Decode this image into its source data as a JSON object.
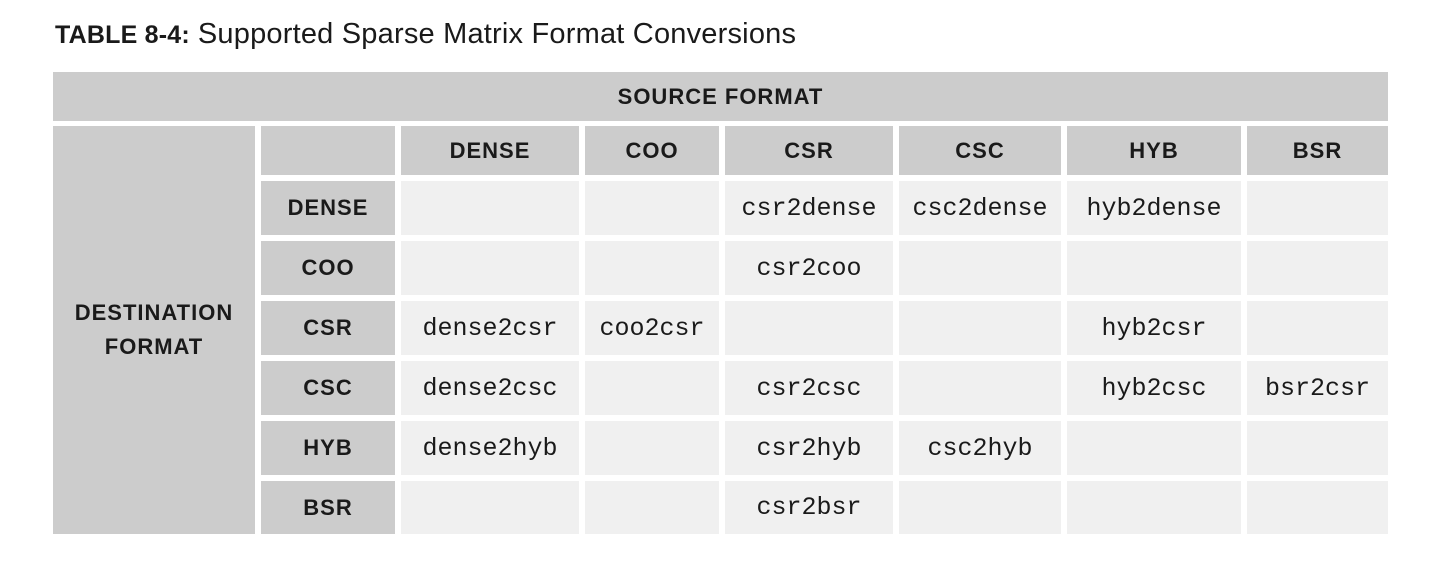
{
  "caption": {
    "label": "TABLE 8-4:",
    "title": "Supported Sparse Matrix Format Conversions"
  },
  "table": {
    "source_header": "SOURCE FORMAT",
    "destination_header": [
      "DESTINATION",
      "FORMAT"
    ],
    "columns": [
      "DENSE",
      "COO",
      "CSR",
      "CSC",
      "HYB",
      "BSR"
    ],
    "rows": [
      {
        "label": "DENSE",
        "cells": [
          "",
          "",
          "csr2dense",
          "csc2dense",
          "hyb2dense",
          ""
        ]
      },
      {
        "label": "COO",
        "cells": [
          "",
          "",
          "csr2coo",
          "",
          "",
          ""
        ]
      },
      {
        "label": "CSR",
        "cells": [
          "dense2csr",
          "coo2csr",
          "",
          "",
          "hyb2csr",
          ""
        ]
      },
      {
        "label": "CSC",
        "cells": [
          "dense2csc",
          "",
          "csr2csc",
          "",
          "hyb2csc",
          "bsr2csr"
        ]
      },
      {
        "label": "HYB",
        "cells": [
          "dense2hyb",
          "",
          "csr2hyb",
          "csc2hyb",
          "",
          ""
        ]
      },
      {
        "label": "BSR",
        "cells": [
          "",
          "",
          "csr2bsr",
          "",
          "",
          ""
        ]
      }
    ]
  }
}
